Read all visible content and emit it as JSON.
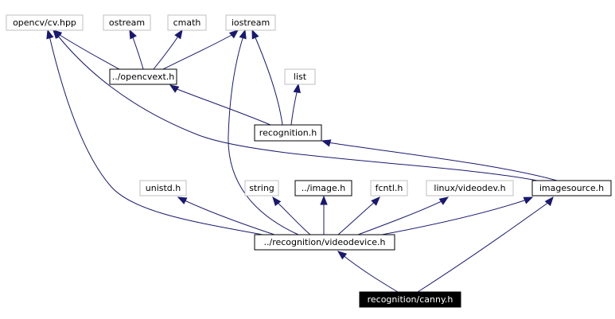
{
  "colors": {
    "edge": "#191970",
    "external_border": "#bfbfbf",
    "local_border": "#000000",
    "current_fill": "#000000",
    "current_text": "#ffffff"
  },
  "nodes": {
    "opencv_cv_hpp": {
      "label": "opencv/cv.hpp",
      "kind": "external"
    },
    "ostream": {
      "label": "ostream",
      "kind": "external"
    },
    "cmath": {
      "label": "cmath",
      "kind": "external"
    },
    "iostream": {
      "label": "iostream",
      "kind": "external"
    },
    "opencvext_h": {
      "label": "../opencvext.h",
      "kind": "local"
    },
    "list": {
      "label": "list",
      "kind": "external"
    },
    "recognition_h": {
      "label": "recognition.h",
      "kind": "local"
    },
    "unistd_h": {
      "label": "unistd.h",
      "kind": "external"
    },
    "string": {
      "label": "string",
      "kind": "external"
    },
    "image_h": {
      "label": "../image.h",
      "kind": "local"
    },
    "fcntl_h": {
      "label": "fcntl.h",
      "kind": "external"
    },
    "linux_videodev_h": {
      "label": "linux/videodev.h",
      "kind": "external"
    },
    "imagesource_h": {
      "label": "imagesource.h",
      "kind": "local"
    },
    "videodevice_h": {
      "label": "../recognition/videodevice.h",
      "kind": "local"
    },
    "canny_h": {
      "label": "recognition/canny.h",
      "kind": "current"
    }
  },
  "edges": [
    {
      "from": "opencvext_h",
      "to": "opencv_cv_hpp"
    },
    {
      "from": "opencvext_h",
      "to": "ostream"
    },
    {
      "from": "opencvext_h",
      "to": "cmath"
    },
    {
      "from": "opencvext_h",
      "to": "iostream"
    },
    {
      "from": "recognition_h",
      "to": "opencvext_h"
    },
    {
      "from": "recognition_h",
      "to": "iostream"
    },
    {
      "from": "recognition_h",
      "to": "list"
    },
    {
      "from": "imagesource_h",
      "to": "opencv_cv_hpp"
    },
    {
      "from": "imagesource_h",
      "to": "recognition_h"
    },
    {
      "from": "videodevice_h",
      "to": "opencv_cv_hpp"
    },
    {
      "from": "videodevice_h",
      "to": "iostream"
    },
    {
      "from": "videodevice_h",
      "to": "unistd_h"
    },
    {
      "from": "videodevice_h",
      "to": "string"
    },
    {
      "from": "videodevice_h",
      "to": "image_h"
    },
    {
      "from": "videodevice_h",
      "to": "fcntl_h"
    },
    {
      "from": "videodevice_h",
      "to": "linux_videodev_h"
    },
    {
      "from": "videodevice_h",
      "to": "imagesource_h"
    },
    {
      "from": "canny_h",
      "to": "videodevice_h"
    },
    {
      "from": "canny_h",
      "to": "imagesource_h"
    }
  ]
}
